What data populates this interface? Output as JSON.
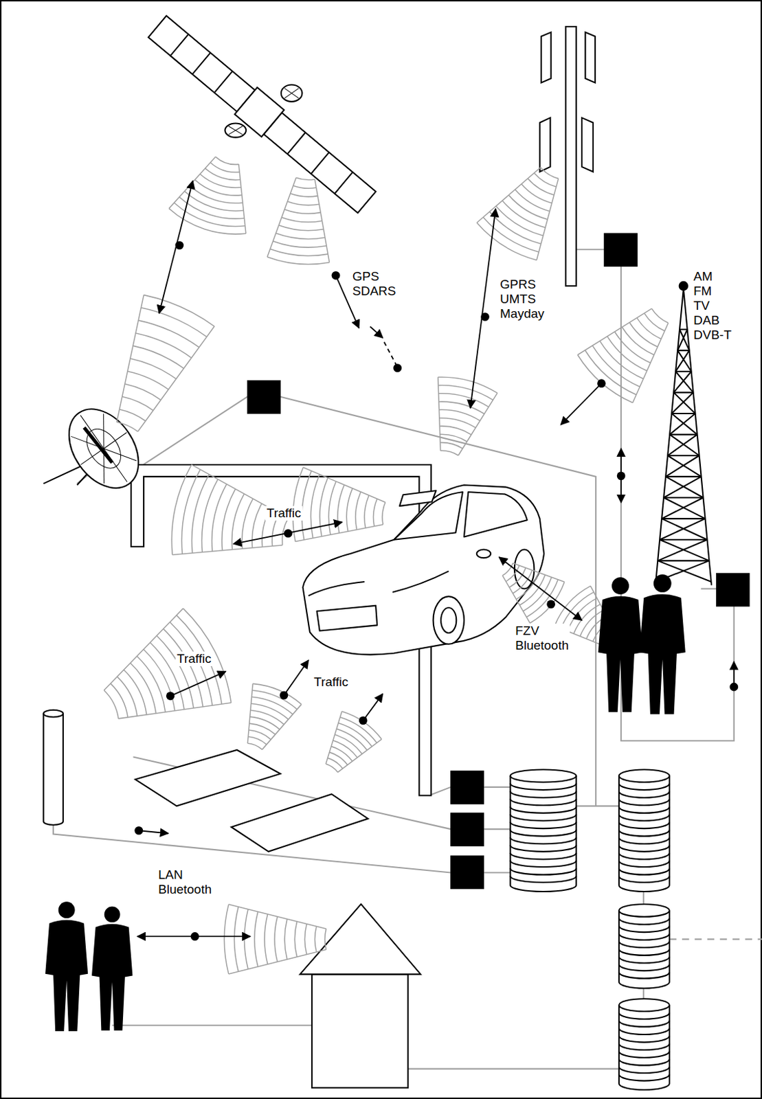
{
  "diagram": {
    "labels": [
      "GPS SDARS",
      "GPRS UMTS Mayday",
      "AM FM TV DAB DVB-T",
      "Traffic",
      "FZV Bluetooth",
      "Traffic",
      "Traffic",
      "LAN Bluetooth"
    ]
  }
}
